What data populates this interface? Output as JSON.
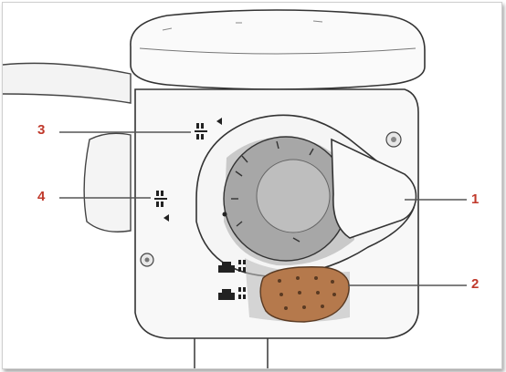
{
  "callouts": {
    "c1": {
      "label": "1"
    },
    "c2": {
      "label": "2"
    },
    "c3": {
      "label": "3"
    },
    "c4": {
      "label": "4"
    }
  },
  "colors": {
    "callout_text": "#c0392b",
    "leader_line": "#555555",
    "body_outline": "#333333",
    "knob_gray": "#9a9a9a",
    "rubber_pad": "#b5794c"
  }
}
